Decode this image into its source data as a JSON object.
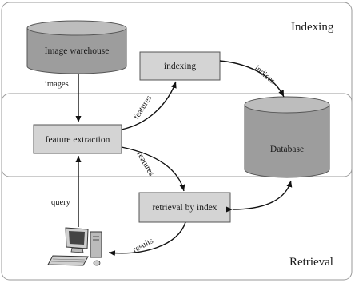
{
  "regions": {
    "indexing": "Indexing",
    "retrieval": "Retrieval"
  },
  "nodes": {
    "image_warehouse": "Image warehouse",
    "indexing": "indexing",
    "feature_extraction": "feature extraction",
    "database": "Database",
    "retrieval_by_index": "retrieval by index"
  },
  "edges": {
    "images": "images",
    "features_upper": "features",
    "indices": "indices",
    "features_lower": "features",
    "query": "query",
    "results": "results"
  },
  "colors": {
    "box_fill": "#d4d4d4",
    "cylinder_fill": "#9d9d9d",
    "cylinder_top": "#bdbdbd",
    "region_stroke": "#9a9a9a",
    "arrow": "#111111"
  }
}
